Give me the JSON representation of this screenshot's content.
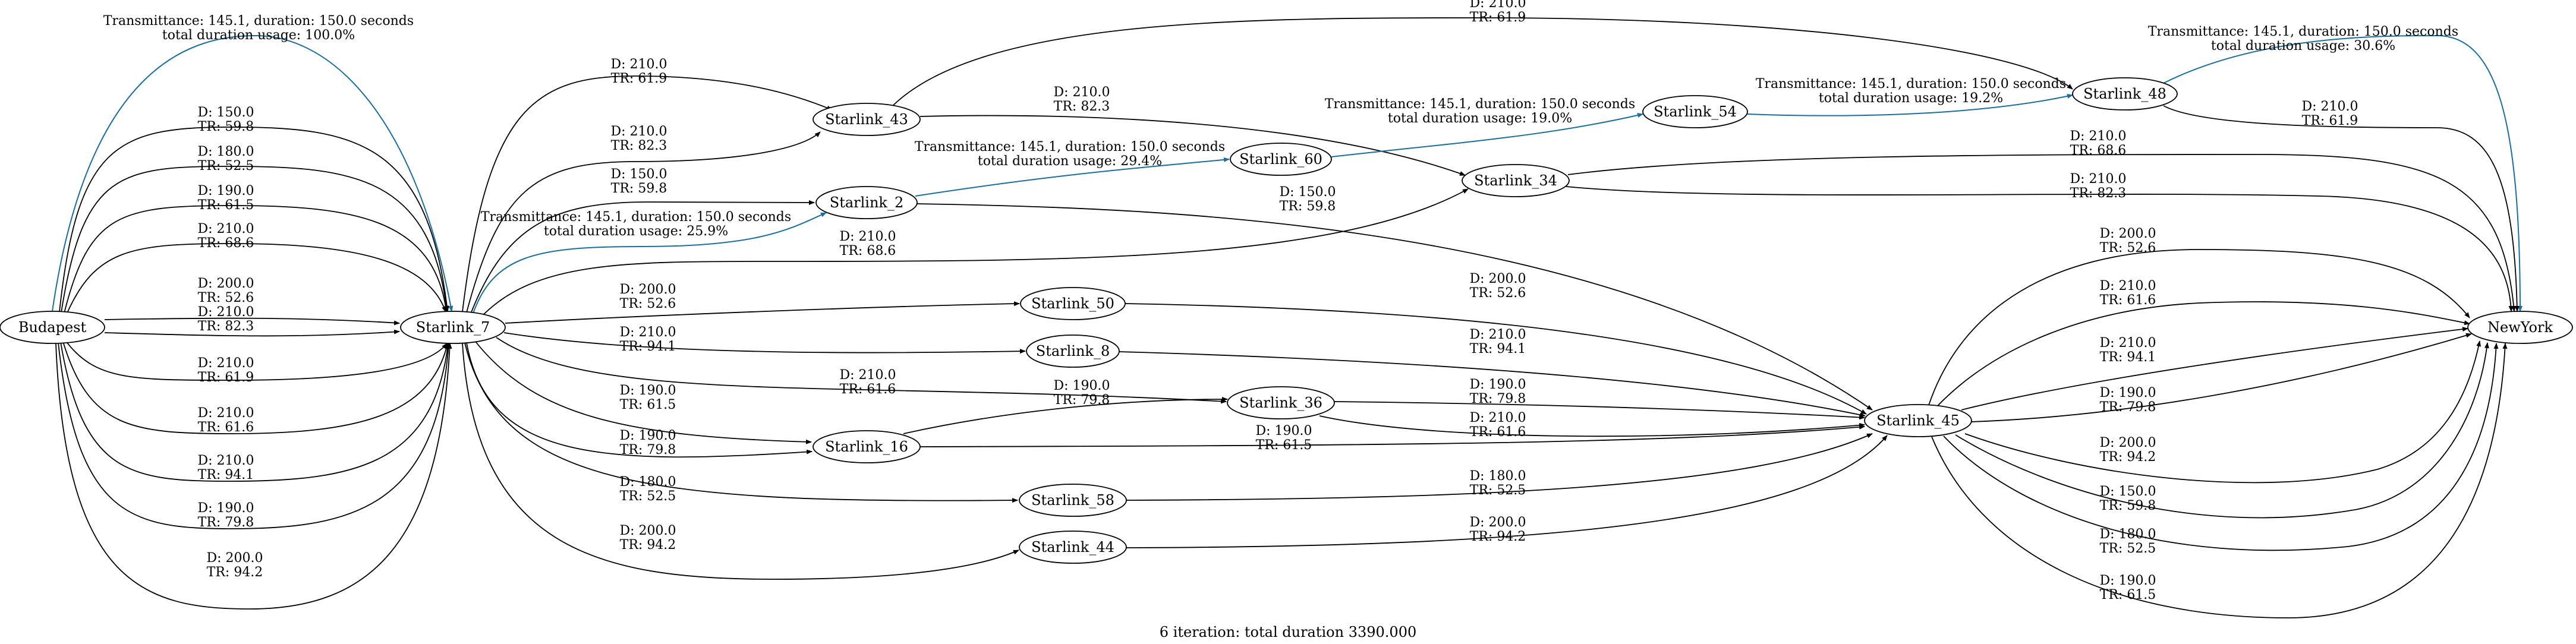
{
  "caption": "6 iteration: total duration 3390.000",
  "colors": {
    "black": "#000000",
    "highlight": "#1a6e9e"
  },
  "nodes": {
    "budapest": "Budapest",
    "s7": "Starlink_7",
    "s43": "Starlink_43",
    "s2": "Starlink_2",
    "s60": "Starlink_60",
    "s54": "Starlink_54",
    "s48": "Starlink_48",
    "s34": "Starlink_34",
    "s50": "Starlink_50",
    "s8": "Starlink_8",
    "s36": "Starlink_36",
    "s16": "Starlink_16",
    "s58": "Starlink_58",
    "s44": "Starlink_44",
    "s45": "Starlink_45",
    "newyork": "NewYork"
  },
  "labels": {
    "bs_hl": [
      "Transmittance: 145.1, duration: 150.0 seconds",
      "total duration usage: 100.0%"
    ],
    "bs_1": [
      "D: 150.0",
      "TR: 59.8"
    ],
    "bs_2": [
      "D: 180.0",
      "TR: 52.5"
    ],
    "bs_3": [
      "D: 190.0",
      "TR: 61.5"
    ],
    "bs_4": [
      "D: 210.0",
      "TR: 68.6"
    ],
    "bs_5": [
      "D: 200.0",
      "TR: 52.6"
    ],
    "bs_6": [
      "D: 210.0",
      "TR: 82.3"
    ],
    "bs_7": [
      "D: 210.0",
      "TR: 61.9"
    ],
    "bs_8": [
      "D: 210.0",
      "TR: 61.6"
    ],
    "bs_9": [
      "D: 210.0",
      "TR: 94.1"
    ],
    "bs_10": [
      "D: 190.0",
      "TR: 79.8"
    ],
    "bs_11": [
      "D: 200.0",
      "TR: 94.2"
    ],
    "s7_43a": [
      "D: 210.0",
      "TR: 61.9"
    ],
    "s7_43b": [
      "D: 210.0",
      "TR: 82.3"
    ],
    "s7_2": [
      "D: 150.0",
      "TR: 59.8"
    ],
    "s7_2hl": [
      "Transmittance: 145.1, duration: 150.0 seconds",
      "total duration usage: 25.9%"
    ],
    "s7_34": [
      "D: 210.0",
      "TR: 68.6"
    ],
    "s7_50": [
      "D: 200.0",
      "TR: 52.6"
    ],
    "s7_8": [
      "D: 210.0",
      "TR: 94.1"
    ],
    "s7_36": [
      "D: 210.0",
      "TR: 61.6"
    ],
    "s7_16a": [
      "D: 190.0",
      "TR: 61.5"
    ],
    "s7_16b": [
      "D: 190.0",
      "TR: 79.8"
    ],
    "s7_58": [
      "D: 180.0",
      "TR: 52.5"
    ],
    "s7_44": [
      "D: 200.0",
      "TR: 94.2"
    ],
    "s43_48": [
      "D: 210.0",
      "TR: 61.9"
    ],
    "s43_34": [
      "D: 210.0",
      "TR: 82.3"
    ],
    "s2_60": [
      "Transmittance: 145.1, duration: 150.0 seconds",
      "total duration usage: 29.4%"
    ],
    "s2_45": [
      "D: 150.0",
      "TR: 59.8"
    ],
    "s60_54": [
      "Transmittance: 145.1, duration: 150.0 seconds",
      "total duration usage: 19.0%"
    ],
    "s54_48": [
      "Transmittance: 145.1, duration: 150.0 seconds",
      "total duration usage: 19.2%"
    ],
    "s48_ny_hl": [
      "Transmittance: 145.1, duration: 150.0 seconds",
      "total duration usage: 30.6%"
    ],
    "s48_ny": [
      "D: 210.0",
      "TR: 61.9"
    ],
    "s34_ny_a": [
      "D: 210.0",
      "TR: 68.6"
    ],
    "s34_ny_b": [
      "D: 210.0",
      "TR: 82.3"
    ],
    "s50_45": [
      "D: 200.0",
      "TR: 52.6"
    ],
    "s8_45": [
      "D: 210.0",
      "TR: 94.1"
    ],
    "s16_36": [
      "D: 190.0",
      "TR: 79.8"
    ],
    "s36_45a": [
      "D: 190.0",
      "TR: 79.8"
    ],
    "s36_45b": [
      "D: 210.0",
      "TR: 61.6"
    ],
    "s16_45": [
      "D: 190.0",
      "TR: 61.5"
    ],
    "s58_45": [
      "D: 180.0",
      "TR: 52.5"
    ],
    "s44_45": [
      "D: 200.0",
      "TR: 94.2"
    ],
    "s45_ny1": [
      "D: 200.0",
      "TR: 52.6"
    ],
    "s45_ny2": [
      "D: 210.0",
      "TR: 61.6"
    ],
    "s45_ny3": [
      "D: 210.0",
      "TR: 94.1"
    ],
    "s45_ny4": [
      "D: 190.0",
      "TR: 79.8"
    ],
    "s45_ny5": [
      "D: 200.0",
      "TR: 94.2"
    ],
    "s45_ny6": [
      "D: 150.0",
      "TR: 59.8"
    ],
    "s45_ny7": [
      "D: 180.0",
      "TR: 52.5"
    ],
    "s45_ny8": [
      "D: 190.0",
      "TR: 61.5"
    ]
  }
}
